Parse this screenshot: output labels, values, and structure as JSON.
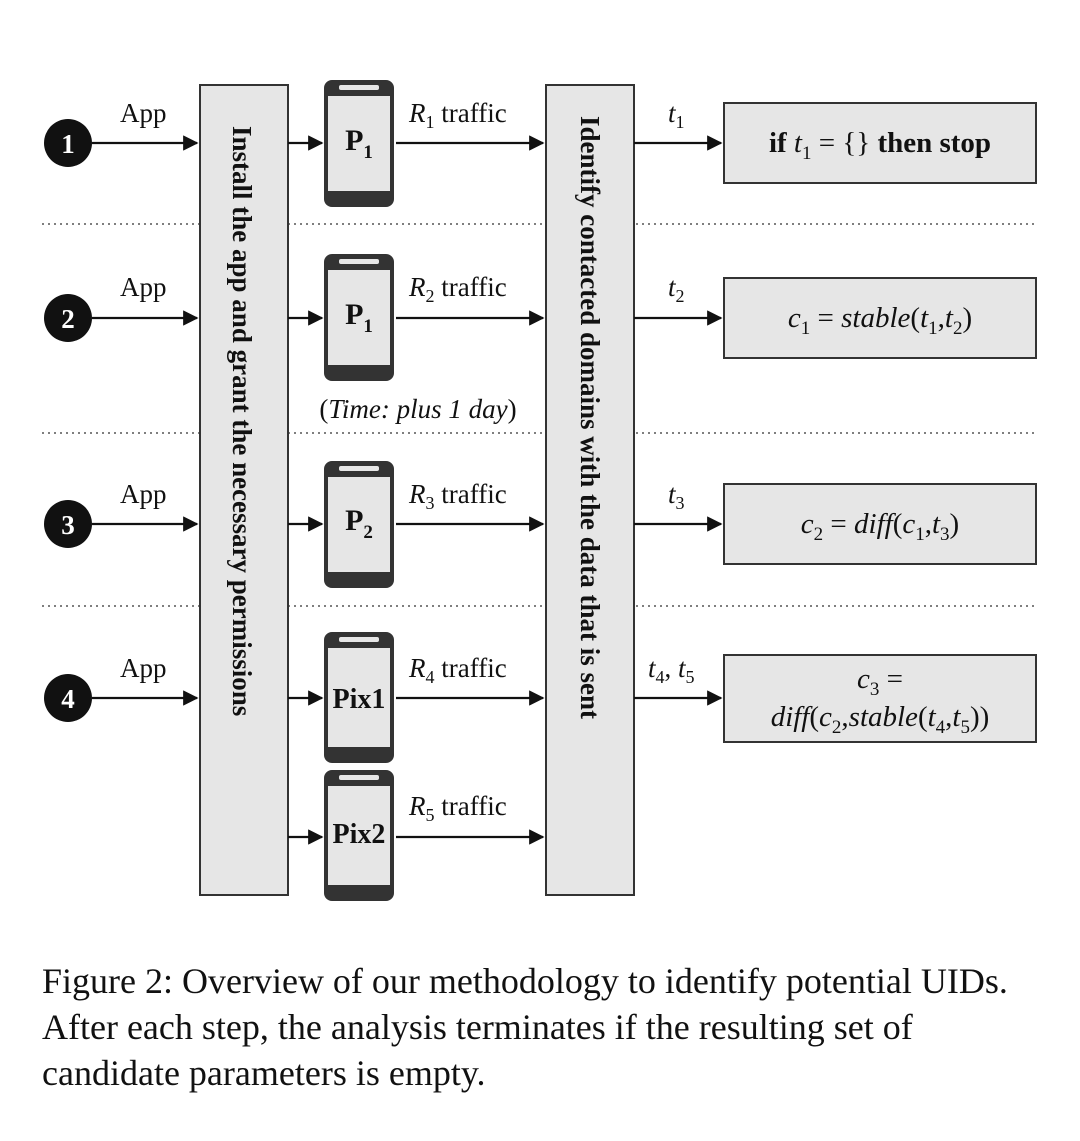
{
  "steps": [
    {
      "number": "1",
      "input": "App"
    },
    {
      "number": "2",
      "input": "App"
    },
    {
      "number": "3",
      "input": "App"
    },
    {
      "number": "4",
      "input": "App"
    }
  ],
  "install_box": "Install the app and grant the necessary permissions",
  "identify_box": "Identify contacted domains with the data that is sent",
  "phones": [
    {
      "id": "P",
      "sub": "1"
    },
    {
      "id": "P",
      "sub": "1"
    },
    {
      "id": "P",
      "sub": "2"
    },
    {
      "id": "Pix1",
      "sub": ""
    },
    {
      "id": "Pix2",
      "sub": ""
    }
  ],
  "traffic": [
    {
      "var": "R",
      "sub": "1",
      "text": " traffic"
    },
    {
      "var": "R",
      "sub": "2",
      "text": " traffic"
    },
    {
      "var": "R",
      "sub": "3",
      "text": " traffic"
    },
    {
      "var": "R",
      "sub": "4",
      "text": " traffic"
    },
    {
      "var": "R",
      "sub": "5",
      "text": " traffic"
    }
  ],
  "time_note": {
    "open": "(",
    "text": "Time: plus 1 day",
    "close": ")"
  },
  "outputs": [
    {
      "var": "t",
      "sub": "1"
    },
    {
      "var": "t",
      "sub": "2"
    },
    {
      "var": "t",
      "sub": "3"
    },
    {
      "var": "t",
      "sub": "4",
      "sep": ", ",
      "var2": "t",
      "sub2": "5"
    }
  ],
  "results": {
    "r1": {
      "if": "if ",
      "t": "t",
      "sub": "1",
      "eq": " = {} ",
      "then": "then stop"
    },
    "r2": {
      "c": "c",
      "csub": "1",
      "eq": " = ",
      "fn": "stable",
      "open": "(",
      "a": "t",
      "asub": "1",
      "comma": ",",
      "b": "t",
      "bsub": "2",
      "close": ")"
    },
    "r3": {
      "c": "c",
      "csub": "2",
      "eq": " = ",
      "fn": "diff",
      "open": "(",
      "a": "c",
      "asub": "1",
      "comma": ",",
      "b": "t",
      "bsub": "3",
      "close": ")"
    },
    "r4": {
      "line1_c": "c",
      "line1_sub": "3",
      "line1_eq": " =",
      "fn": "diff",
      "open": "(",
      "a": "c",
      "asub": "2",
      "comma": ",",
      "fn2": "stable",
      "open2": "(",
      "b": "t",
      "bsub": "4",
      "comma2": ",",
      "d": "t",
      "dsub": "5",
      "close": "))"
    }
  },
  "caption": "Figure 2: Overview of our methodology to identify potential UIDs. After each step, the analysis terminates if the resulting set of candidate parameters is empty."
}
